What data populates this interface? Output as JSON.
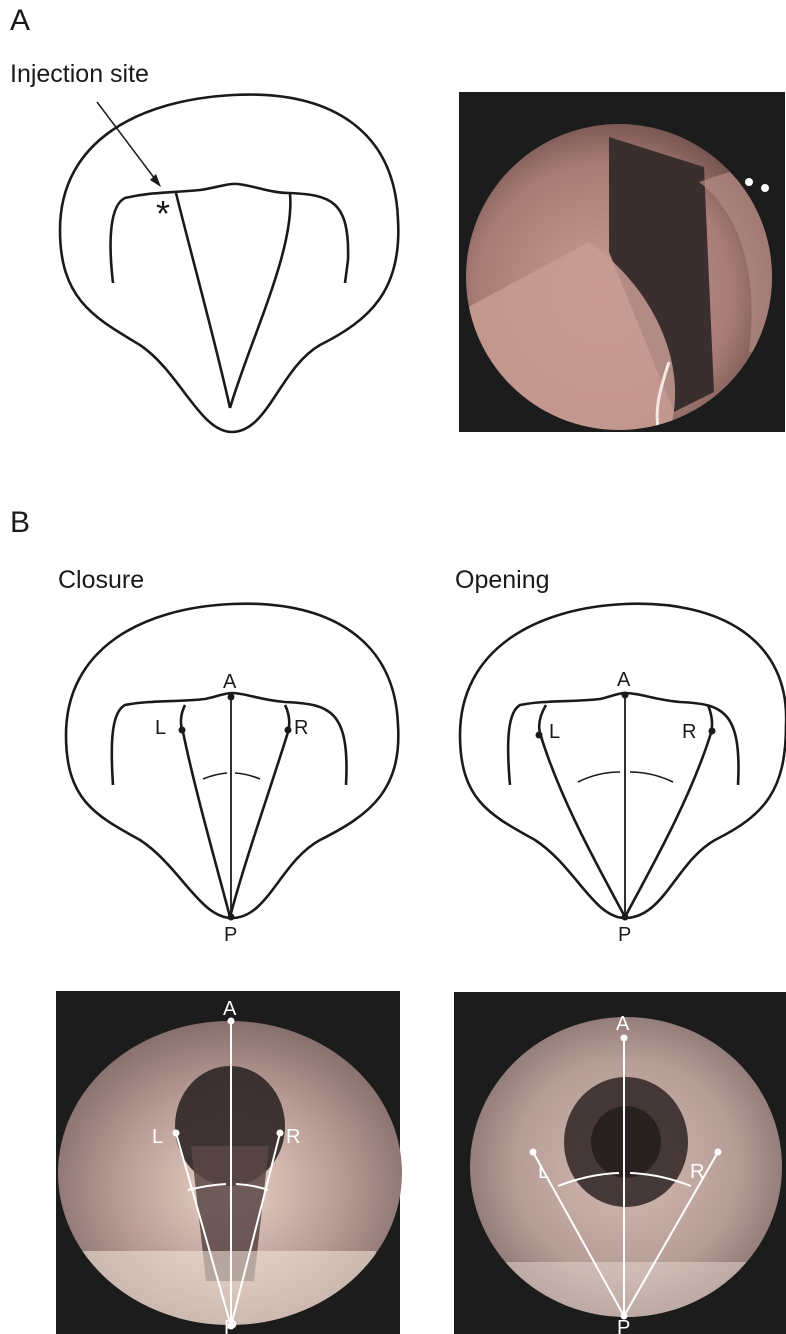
{
  "panel_a": {
    "letter": "A",
    "injection_label": "Injection site",
    "asterisk": "*"
  },
  "panel_b": {
    "letter": "B",
    "closure_label": "Closure",
    "opening_label": "Opening",
    "point_labels": {
      "anterior": "A",
      "posterior": "P",
      "left": "L",
      "right": "R"
    }
  },
  "colors": {
    "line": "#1a1a1a",
    "photo_bg": "#1c1c1c",
    "overlay": "#ffffff"
  }
}
